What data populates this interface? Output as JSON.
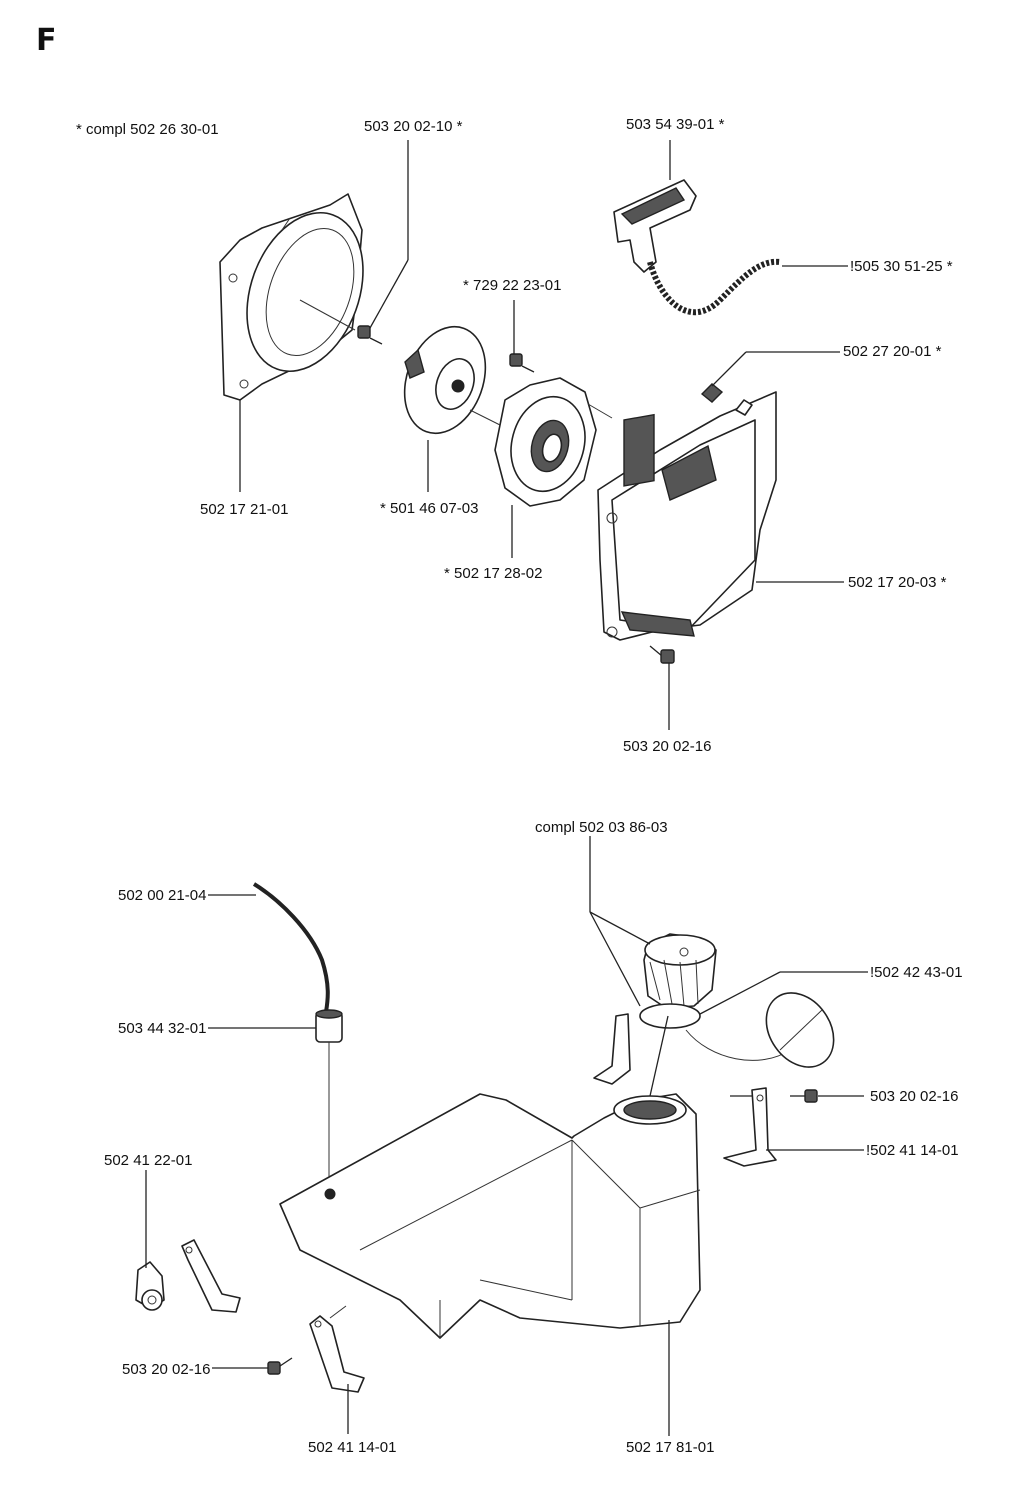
{
  "section_letter": "F",
  "labels": {
    "compl_cover": "*  compl 502 26 30-01",
    "screw_top": "503 20 02-10  *",
    "handle": "503 54 39-01  *",
    "rope": "!505 30 51-25  *",
    "screw_729": "*  729 22 23-01",
    "insert": "502 27 20-01  *",
    "fan_housing": "502 17 21-01",
    "pulley": "*  501 46 07-03",
    "spring_cassette": "*  502 17 28-02",
    "starter_cover": "502 17 20-03  *",
    "screw_cover": "503 20 02-16",
    "tank_cap": "compl 502 03 86-03",
    "fuel_hose": "502 00 21-04",
    "filter": "503 44 32-01",
    "strap": "!502 42 43-01",
    "screw_right": "503 20 02-16",
    "bracket_right": "!502 41 14-01",
    "clamp": "502 41 22-01",
    "screw_left": "503 20 02-16",
    "bracket_left": "502 41 14-01",
    "tank": "502 17 81-01"
  }
}
